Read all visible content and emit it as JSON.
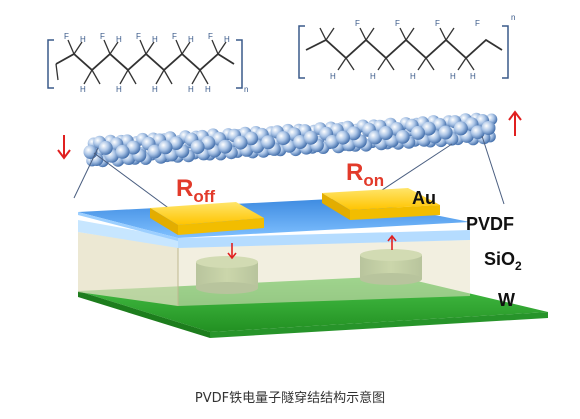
{
  "figure": {
    "caption": "PVDF铁电量子隧穿结结构示意图"
  },
  "molecule_left": {
    "atoms": [
      {
        "label": "F"
      },
      {
        "label": "F"
      },
      {
        "label": "F"
      },
      {
        "label": "F"
      },
      {
        "label": "F"
      },
      {
        "label": "H"
      },
      {
        "label": "H"
      },
      {
        "label": "H"
      },
      {
        "label": "H"
      },
      {
        "label": "H"
      },
      {
        "label": "H"
      },
      {
        "label": "H"
      },
      {
        "label": "H"
      },
      {
        "label": "H"
      },
      {
        "label": "H"
      }
    ],
    "subscript": "n"
  },
  "molecule_right": {
    "atoms": [
      {
        "label": "F"
      },
      {
        "label": "F"
      },
      {
        "label": "F"
      },
      {
        "label": "F"
      },
      {
        "label": "H"
      },
      {
        "label": "H"
      },
      {
        "label": "H"
      },
      {
        "label": "H"
      },
      {
        "label": "H"
      }
    ],
    "subscript": "n"
  },
  "labels": {
    "r_off_main": "R",
    "r_off_sub": "off",
    "r_on_main": "R",
    "r_on_sub": "on",
    "au": "Au",
    "pvdf": "PVDF",
    "sio2_main": "SiO",
    "sio2_sub": "2",
    "w": "W"
  },
  "colors": {
    "pvdf_top": "#2f7fd8",
    "pvdf_light": "#bfe0ff",
    "gold": "#ffd21a",
    "substrate": "#35b035",
    "sio2": "#d9d2a8",
    "arrow_red": "#e02020",
    "r_label": "#e23a2a"
  }
}
